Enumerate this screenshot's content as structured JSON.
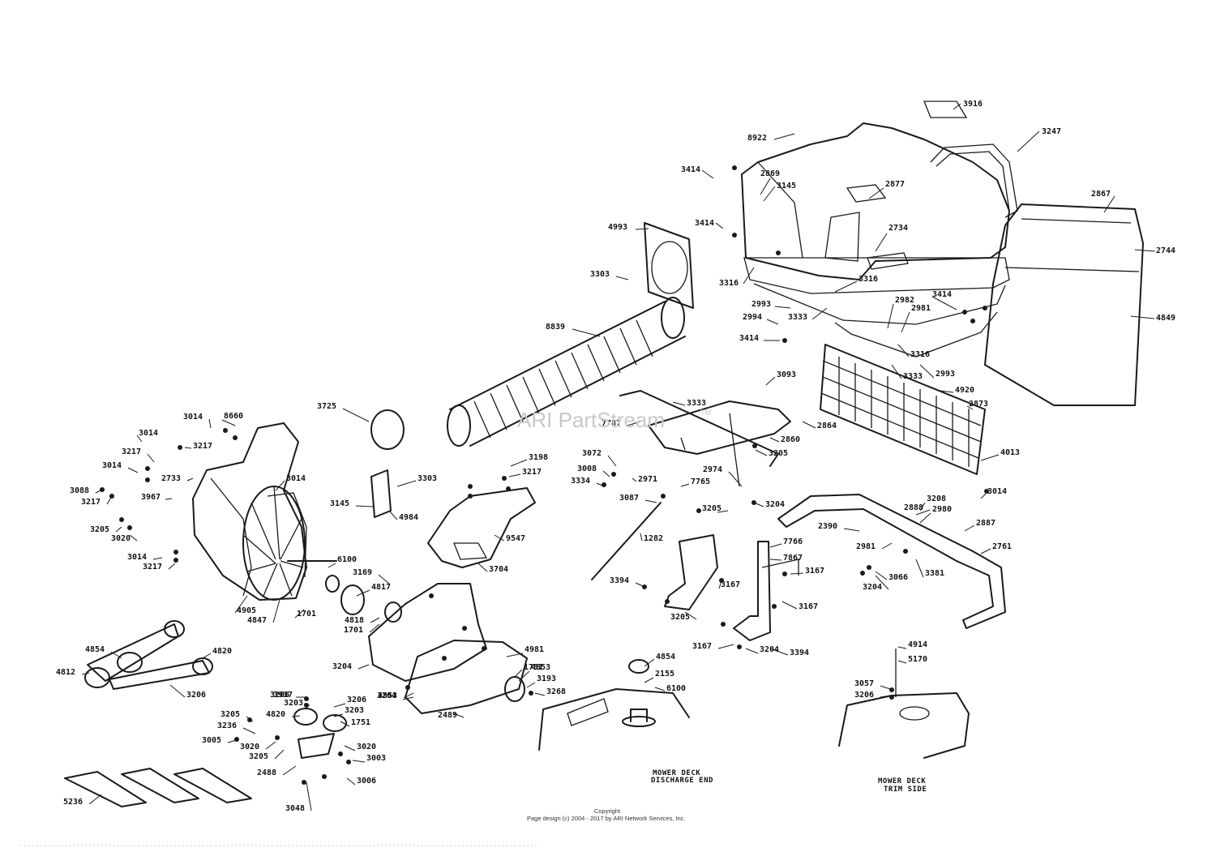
{
  "diagram": {
    "watermark": "ARI PartStream",
    "watermark_mark": "TM",
    "copyright_heading": "Copyright",
    "copyright_line": "Page design (c) 2004 - 2017 by ARI Network Services, Inc.",
    "notes": {
      "discharge_line1": "MOWER DECK",
      "discharge_line2": "DISCHARGE END",
      "trim_line1": "MOWER DECK",
      "trim_line2": "TRIM SIDE"
    }
  },
  "callouts": [
    "3916",
    "3247",
    "8922",
    "2869",
    "3145",
    "2877",
    "2867",
    "3414",
    "2744",
    "3414",
    "2734",
    "4993",
    "3303",
    "3316",
    "3316",
    "2993",
    "2994",
    "3333",
    "2982",
    "2981",
    "3414",
    "4849",
    "3414",
    "3316",
    "3333",
    "2993",
    "8839",
    "3093",
    "4920",
    "2873",
    "3725",
    "8660",
    "3014",
    "3014",
    "3217",
    "3014",
    "3217",
    "2733",
    "3967",
    "3088",
    "3217",
    "3205",
    "3020",
    "3014",
    "3217",
    "3014",
    "6100",
    "3169",
    "4817",
    "4905",
    "4847",
    "1701",
    "4818",
    "1701",
    "3303",
    "3145",
    "4984",
    "3198",
    "3217",
    "9547",
    "3704",
    "3333",
    "7787",
    "2864",
    "2860",
    "3205",
    "3072",
    "3008",
    "3334",
    "2971",
    "2974",
    "3087",
    "7765",
    "3204",
    "3205",
    "1282",
    "3014",
    "4013",
    "3208",
    "2888",
    "2980",
    "2887",
    "2390",
    "2981",
    "2761",
    "3066",
    "3381",
    "3204",
    "7766",
    "7867",
    "3167",
    "3167",
    "3394",
    "3205",
    "3167",
    "3167",
    "3394",
    "3204",
    "4853",
    "1751",
    "4854",
    "4820",
    "4812",
    "3206",
    "3937",
    "4981",
    "3204",
    "3204",
    "2489",
    "4853",
    "3193",
    "3268",
    "4854",
    "2155",
    "6100",
    "4914",
    "5170",
    "3057",
    "3206",
    "3206",
    "3206",
    "3203",
    "3203",
    "4820",
    "1751",
    "3205",
    "3236",
    "3005",
    "3020",
    "3205",
    "3020",
    "3003",
    "2488",
    "3006",
    "3048",
    "5236"
  ]
}
